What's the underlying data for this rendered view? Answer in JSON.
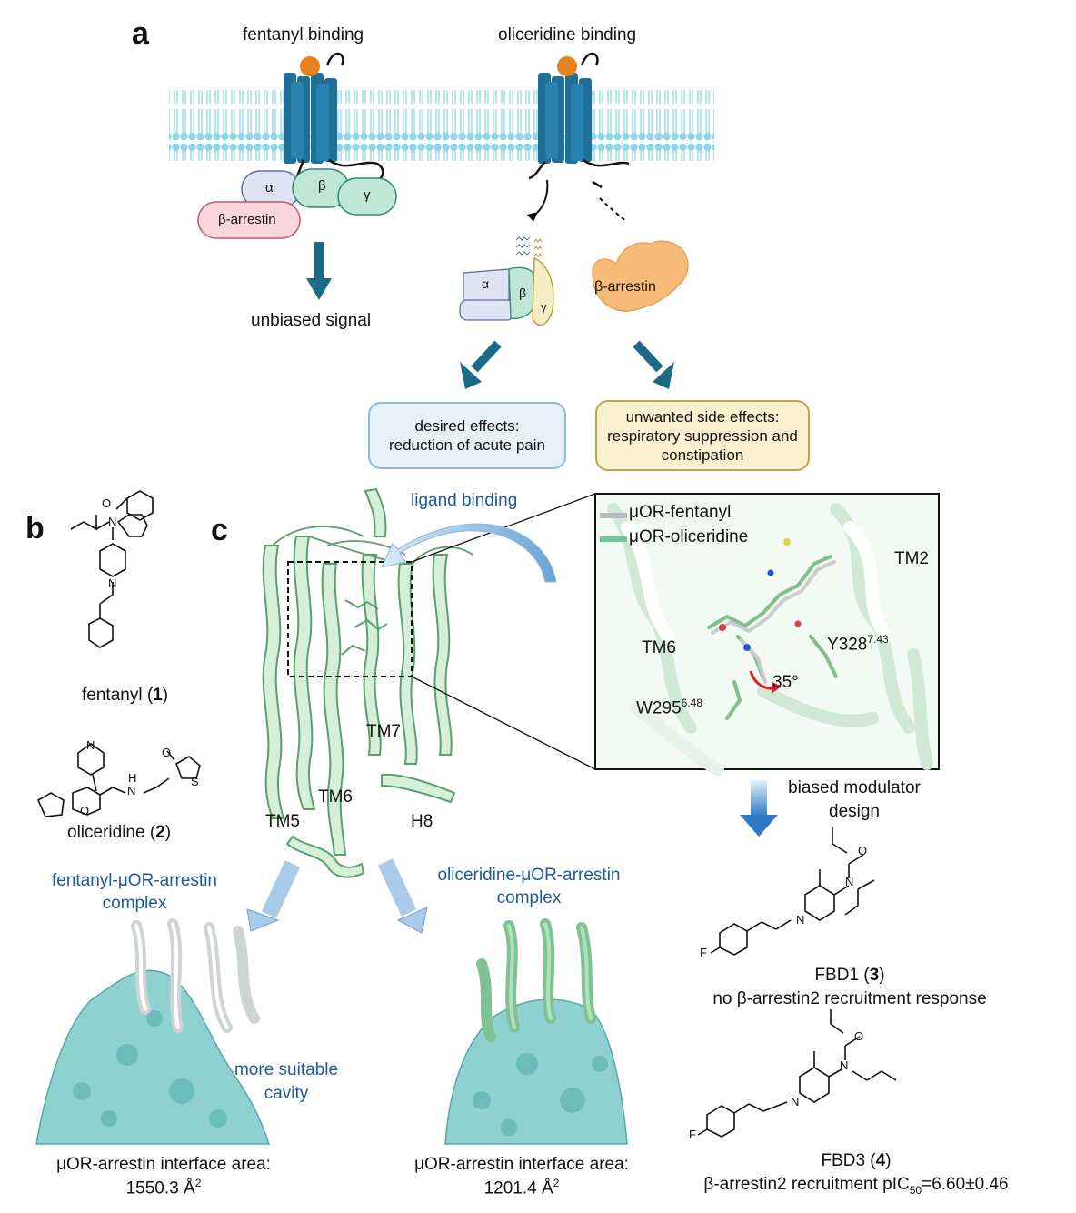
{
  "panel_a": {
    "letter": "a",
    "fentanyl_binding": "fentanyl binding",
    "oliceridine_binding": "oliceridine binding",
    "alpha": "α",
    "beta": "β",
    "gamma": "γ",
    "beta_arrestin": "β-arrestin",
    "unbiased_signal": "unbiased signal",
    "desired_effects_line1": "desired effects:",
    "desired_effects_line2": "reduction of acute pain",
    "unwanted_line1": "unwanted side effects:",
    "unwanted_line2": "respiratory suppression and",
    "unwanted_line3": "constipation"
  },
  "panel_b": {
    "letter": "b",
    "fentanyl_name": "fentanyl (",
    "fentanyl_num": "1",
    "oliceridine_name": "oliceridine (",
    "oliceridine_num": "2",
    "close": ")",
    "atom_O": "O",
    "atom_N": "N",
    "atom_H": "H",
    "atom_S": "S",
    "atom_F": "F"
  },
  "panel_c": {
    "letter": "c",
    "ligand_binding": "ligand binding",
    "legend_fentanyl": "μOR-fentanyl",
    "legend_oliceridine": "μOR-oliceridine",
    "tm2": "TM2",
    "tm6_inset": "TM6",
    "y328": "Y328",
    "y328_sup": "7.43",
    "angle": "35°",
    "w295": "W295",
    "w295_sup": "6.48",
    "tm7": "TM7",
    "tm6": "TM6",
    "tm5": "TM5",
    "h8": "H8",
    "biased_line1": "biased modulator",
    "biased_line2": "design",
    "fentanyl_complex_line1": "fentanyl-μOR-arrestin",
    "fentanyl_complex_line2": "complex",
    "oliceridine_complex_line1": "oliceridine-μOR-arrestin",
    "oliceridine_complex_line2": "complex",
    "more_suitable_line1": "more suitable",
    "more_suitable_line2": "cavity",
    "interface_label": "μOR-arrestin interface area:",
    "interface_fentanyl": "1550.3 Å",
    "interface_oliceridine": "1201.4 Å",
    "sup2": "2",
    "fbd1_name": "FBD1 (",
    "fbd1_num": "3",
    "fbd1_desc": "no β-arrestin2 recruitment response",
    "fbd3_name": "FBD3 (",
    "fbd3_num": "4",
    "fbd3_desc_pre": "β-arrestin2 recruitment pIC",
    "fbd3_sub": "50",
    "fbd3_desc_post": "=6.60±0.46"
  },
  "colors": {
    "membrane": "#8fd6e6",
    "receptor": "#1f6f99",
    "ligand": "#e8821c",
    "alpha_fill": "#dfe3f4",
    "beta_fill": "#bfe6d6",
    "arrestin_pink": "#f9d6de",
    "arrestin_orange": "#f7bb78",
    "desired_box": "#e7f1f8",
    "unwanted_box": "#fbf0cf",
    "arrow_teal": "#1c6b86",
    "arrow_blue": "#a9cbe9",
    "ribbon_green": "#a6dab2",
    "surface_cyan": "#8fd0d0",
    "text_blue": "#1d5a9b"
  }
}
